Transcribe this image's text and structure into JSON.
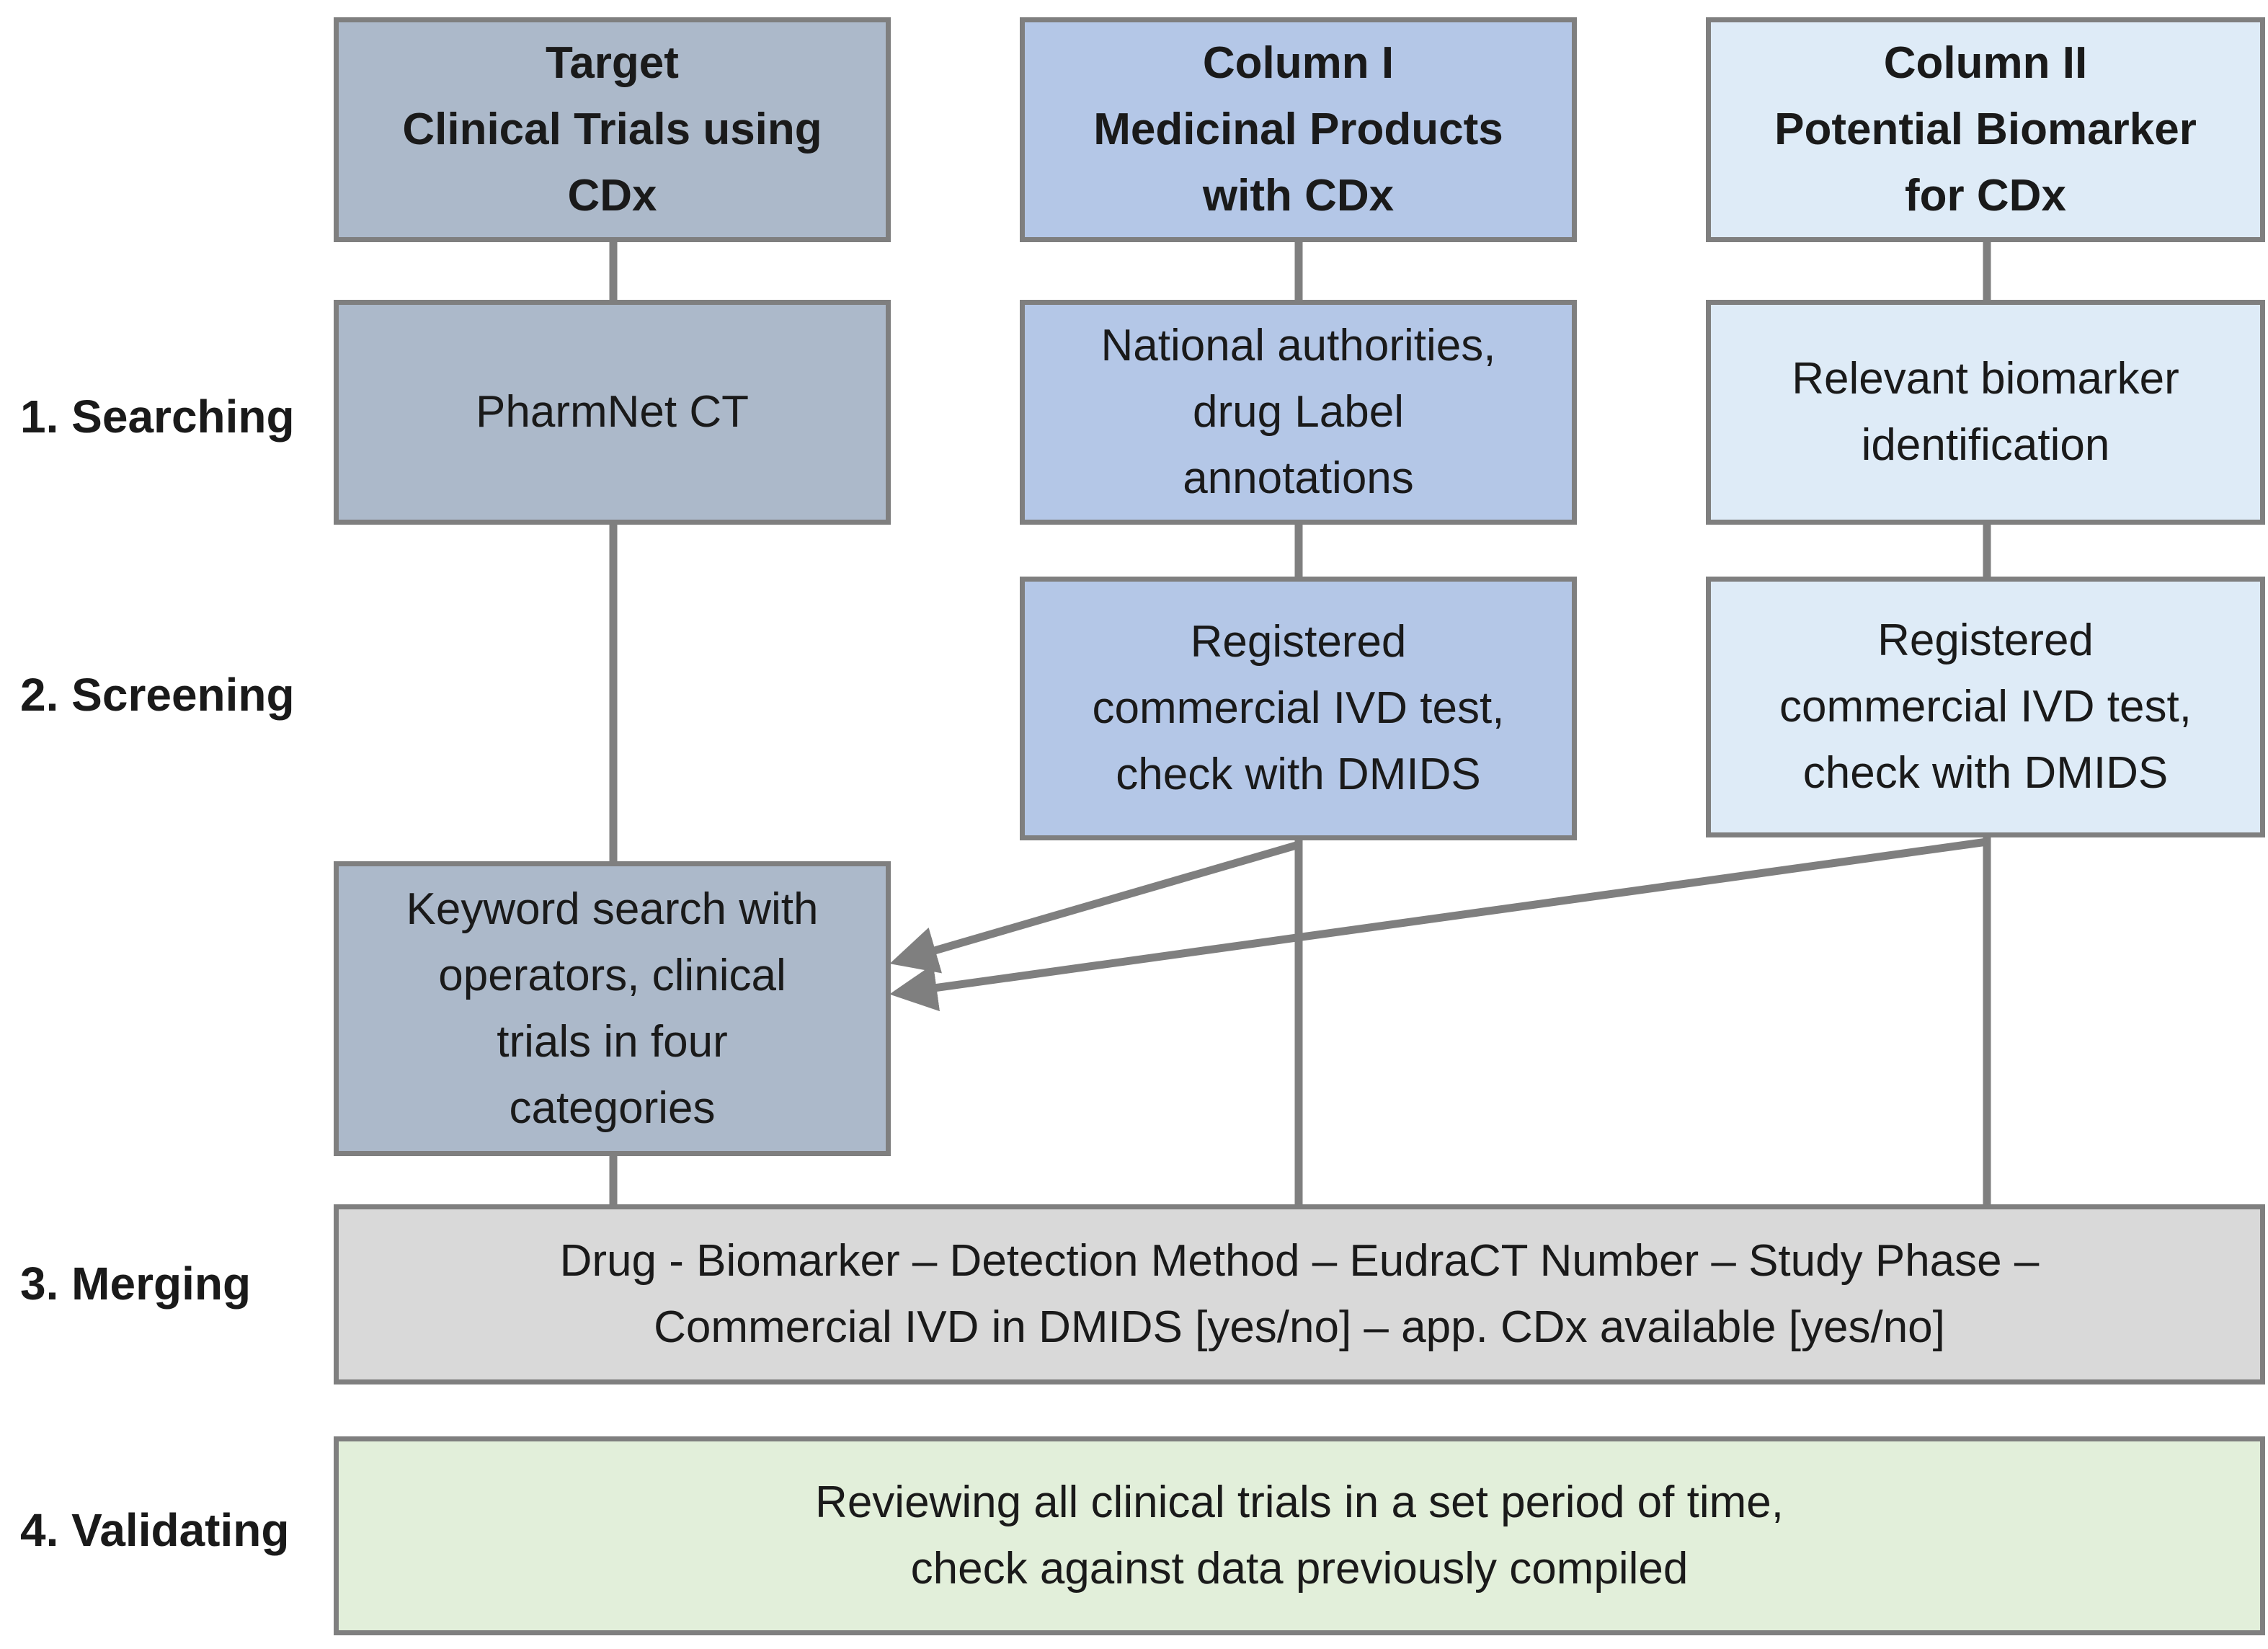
{
  "steps": {
    "searching": "1. Searching",
    "screening": "2. Screening",
    "merging": "3. Merging",
    "validating": "4. Validating"
  },
  "columns": {
    "target": {
      "header": "Target\nClinical Trials using\nCDx",
      "search": "PharmNet CT",
      "keyword": "Keyword search with\noperators, clinical\ntrials in four\ncategories"
    },
    "column_1": {
      "header": "Column I\nMedicinal Products\nwith CDx",
      "search": "National authorities,\ndrug Label\nannotations",
      "screen": "Registered\ncommercial IVD test,\ncheck with DMIDS"
    },
    "column_2": {
      "header": "Column II\nPotential Biomarker\nfor CDx",
      "search": "Relevant biomarker\nidentification",
      "screen": "Registered\ncommercial IVD test,\ncheck with DMIDS"
    }
  },
  "merging": "Drug - Biomarker – Detection Method – EudraCT Number – Study Phase –\nCommercial IVD in DMIDS [yes/no] – app. CDx available [yes/no]",
  "validating": "Reviewing all clinical trials in a set period of time,\ncheck against data previously compiled",
  "colors": {
    "target": "#acb9ca",
    "column_1": "#b4c7e7",
    "column_2": "#deebf7",
    "merging": "#d9d9d9",
    "validating": "#e2efda",
    "border": "#7f7f7f"
  }
}
